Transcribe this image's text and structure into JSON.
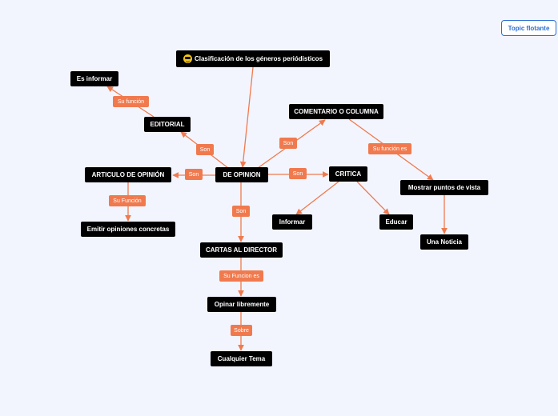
{
  "floating_topic": "Topic flotante",
  "nodes": {
    "root": "Clasificación de los géneros periódisticos",
    "de_opinion": "DE OPINION",
    "editorial": "EDITORIAL",
    "es_informar": "Es informar",
    "comentario": "COMENTARIO O COLUMNA",
    "articulo": "ARTICULO DE OPINIÓN",
    "emitir": "Emitir opiniones concretas",
    "critica": "CRITICA",
    "informar": "Informar",
    "educar": "Educar",
    "mostrar": "Mostrar puntos de vista",
    "una_noticia": "Una Noticia",
    "cartas": "CARTAS AL DIRECTOR",
    "opinar": "Opinar libremente",
    "cualquier": "Cualquier Tema"
  },
  "labels": {
    "su_funcion_editorial": "Su función",
    "son_editorial": "Son",
    "son_comentario": "Son",
    "su_funcion_es_comentario": "Su función es",
    "son_articulo": "Son",
    "son_critica": "Son",
    "su_funcion_articulo": "Su Función",
    "son_cartas": "Son",
    "su_funcion_es_cartas": "Su Funcion es",
    "sobre": "Sobre"
  },
  "colors": {
    "background": "#f3f5fe",
    "node": "#000000",
    "connector": "#f07a4e",
    "floating_border": "#2c6fd1"
  },
  "icons": {
    "root": "sunglasses-smiley-icon"
  }
}
